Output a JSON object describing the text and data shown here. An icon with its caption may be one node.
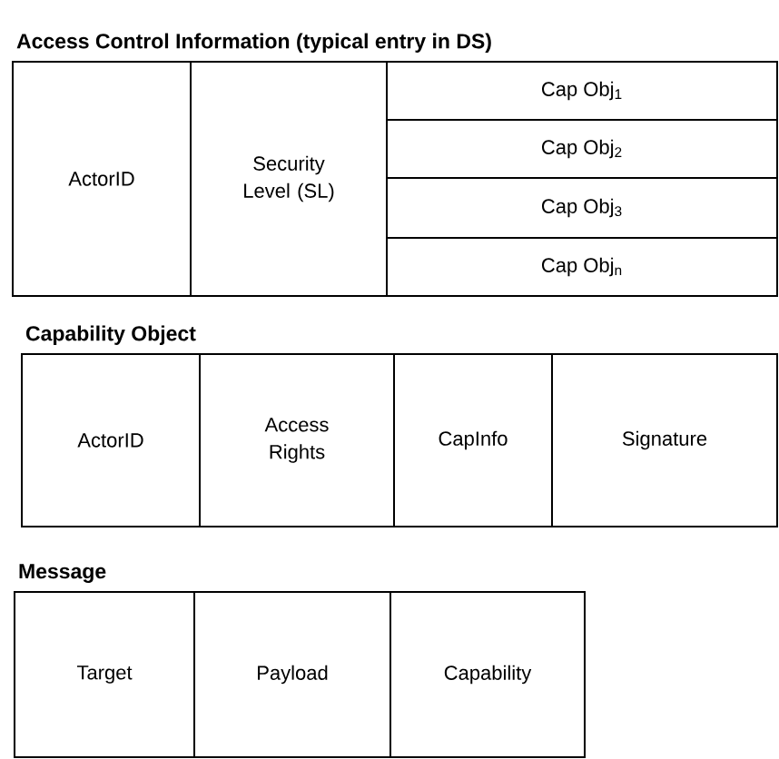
{
  "diagram": {
    "nodes": [
      {
        "text": [
          "Access Control Information (typical entry in DS)"
        ]
      },
      {
        "text": [
          "ActorID"
        ],
        "in": 0
      },
      {
        "text": [
          "Security Level (SL)"
        ],
        "in": 0
      },
      {
        "text": [
          "Cap Obj$_{1}$"
        ],
        "in": 0
      },
      {
        "text": [
          "Cap Obj$_{2}$"
        ],
        "in": 0
      },
      {
        "text": [
          "Cap Obj$_{3}$"
        ],
        "in": 0
      },
      {
        "text": [
          "Cap Obj$_{n}$"
        ],
        "in": 0
      },
      {
        "text": [
          "Capability Object"
        ]
      },
      {
        "text": [
          "ActorID"
        ],
        "in": 7
      },
      {
        "text": [
          "Access Rights"
        ],
        "in": 7
      },
      {
        "text": [
          "CapInfo"
        ],
        "in": 7
      },
      {
        "text": [
          "Signature"
        ],
        "in": 7
      },
      {
        "text": [
          "Message"
        ]
      },
      {
        "text": [
          "Target"
        ],
        "in": 12
      },
      {
        "text": [
          "Payload"
        ],
        "in": 12
      },
      {
        "text": [
          "Capability"
        ],
        "in": 12
      }
    ]
  }
}
